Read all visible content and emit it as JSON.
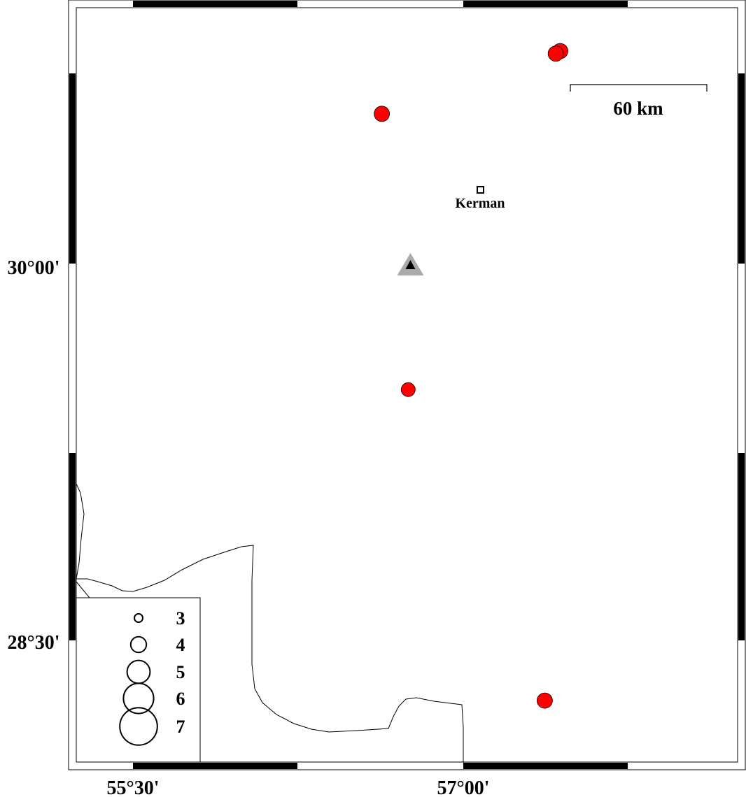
{
  "map": {
    "lat_labels": [
      "30°00'",
      "28°30'"
    ],
    "lon_labels": [
      "55°30'",
      "57°00'"
    ],
    "scale_bar": {
      "label": "60 km"
    },
    "city": {
      "name": "Kerman"
    },
    "events": [
      {
        "id": "ev1",
        "lon": 57.44,
        "lat": 30.85
      },
      {
        "id": "ev2",
        "lon": 57.42,
        "lat": 30.84
      },
      {
        "id": "ev3",
        "lon": 56.63,
        "lat": 30.6
      },
      {
        "id": "ev4",
        "lon": 56.75,
        "lat": 29.5
      },
      {
        "id": "ev5",
        "lon": 57.37,
        "lat": 28.26
      }
    ],
    "station": {
      "lon": 56.76,
      "lat": 30.0,
      "symbol": "triangle"
    },
    "legend": {
      "items": [
        {
          "label": "3",
          "magnitude": 3
        },
        {
          "label": "4",
          "magnitude": 4
        },
        {
          "label": "5",
          "magnitude": 5
        },
        {
          "label": "6",
          "magnitude": 6
        },
        {
          "label": "7",
          "magnitude": 7
        }
      ]
    },
    "colors": {
      "event": "#ff0000",
      "station_outer": "#aaaaaa",
      "station_inner": "#000000",
      "frame": "#000000"
    }
  }
}
